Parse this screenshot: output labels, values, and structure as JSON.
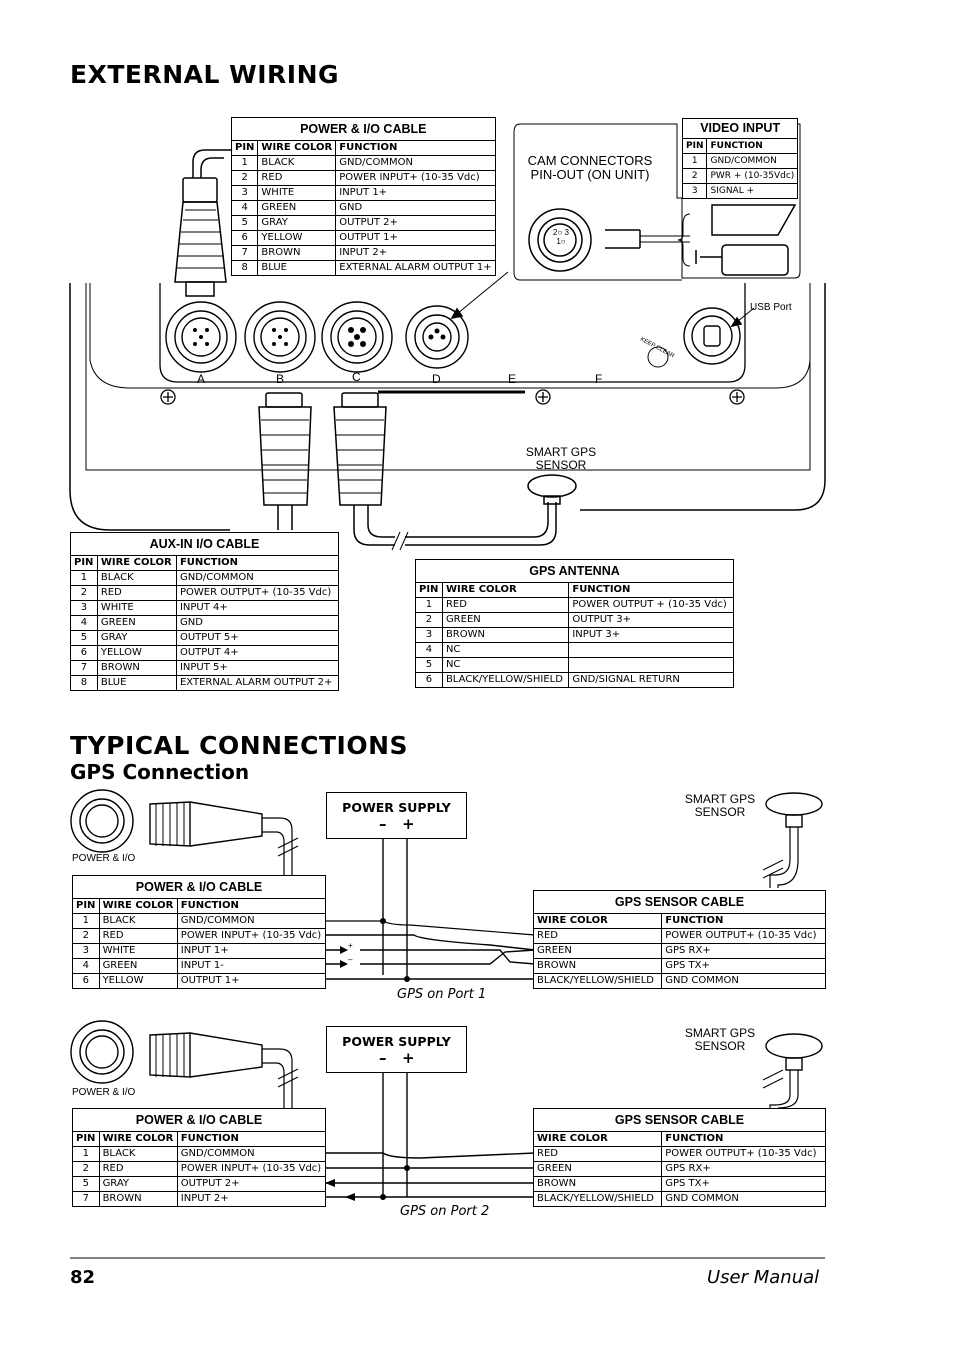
{
  "titles": {
    "external_wiring": "EXTERNAL WIRING",
    "typical_connections": "TYPICAL CONNECTIONS",
    "gps_connection": "GPS Connection"
  },
  "power_io_cable": {
    "title": "POWER & I/O CABLE",
    "headers": [
      "PIN",
      "WIRE COLOR",
      "FUNCTION"
    ],
    "rows": [
      [
        "1",
        "BLACK",
        "GND/COMMON"
      ],
      [
        "2",
        "RED",
        "POWER INPUT+ (10-35 Vdc)"
      ],
      [
        "3",
        "WHITE",
        "INPUT 1+"
      ],
      [
        "4",
        "GREEN",
        "GND"
      ],
      [
        "5",
        "GRAY",
        "OUTPUT 2+"
      ],
      [
        "6",
        "YELLOW",
        "OUTPUT 1+"
      ],
      [
        "7",
        "BROWN",
        "INPUT 2+"
      ],
      [
        "8",
        "BLUE",
        "EXTERNAL ALARM OUTPUT 1+"
      ]
    ]
  },
  "video_input": {
    "title": "VIDEO INPUT",
    "headers": [
      "PIN",
      "FUNCTION"
    ],
    "rows": [
      [
        "1",
        "GND/COMMON"
      ],
      [
        "2",
        "PWR + (10-35Vdc)"
      ],
      [
        "3",
        "SIGNAL +"
      ]
    ]
  },
  "cam_connectors_label": [
    "CAM CONNECTORS",
    "PIN-OUT (ON UNIT)"
  ],
  "usb_port_label": "USB Port",
  "keep_clear_label": "KEEP CLEAR",
  "port_letters": [
    "A",
    "B",
    "C",
    "D",
    "E",
    "F"
  ],
  "smart_gps_sensor_label": [
    "SMART GPS",
    "SENSOR"
  ],
  "aux_in_cable": {
    "title": "AUX-IN I/O CABLE",
    "headers": [
      "PIN",
      "WIRE COLOR",
      "FUNCTION"
    ],
    "rows": [
      [
        "1",
        "BLACK",
        "GND/COMMON"
      ],
      [
        "2",
        "RED",
        "POWER OUTPUT+ (10-35 Vdc)"
      ],
      [
        "3",
        "WHITE",
        "INPUT 4+"
      ],
      [
        "4",
        "GREEN",
        "GND"
      ],
      [
        "5",
        "GRAY",
        "OUTPUT 5+"
      ],
      [
        "6",
        "YELLOW",
        "OUTPUT 4+"
      ],
      [
        "7",
        "BROWN",
        "INPUT 5+"
      ],
      [
        "8",
        "BLUE",
        "EXTERNAL ALARM OUTPUT 2+"
      ]
    ]
  },
  "gps_antenna": {
    "title": "GPS ANTENNA",
    "headers": [
      "PIN",
      "WIRE COLOR",
      "FUNCTION"
    ],
    "rows": [
      [
        "1",
        "RED",
        "POWER OUTPUT + (10-35 Vdc)"
      ],
      [
        "2",
        "GREEN",
        "OUTPUT 3+"
      ],
      [
        "3",
        "BROWN",
        "INPUT 3+"
      ],
      [
        "4",
        "NC",
        ""
      ],
      [
        "5",
        "NC",
        ""
      ],
      [
        "6",
        "BLACK/YELLOW/SHIELD",
        "GND/SIGNAL RETURN"
      ]
    ]
  },
  "diagram1": {
    "connector_label": "POWER & I/O",
    "power_supply": {
      "title": "POWER SUPPLY",
      "minus": "–",
      "plus": "+"
    },
    "smart_gps": [
      "SMART GPS",
      "SENSOR"
    ],
    "io_cable": {
      "title": "POWER & I/O CABLE",
      "headers": [
        "PIN",
        "WIRE COLOR",
        "FUNCTION"
      ],
      "rows": [
        [
          "1",
          "BLACK",
          "GND/COMMON"
        ],
        [
          "2",
          "RED",
          "POWER INPUT+ (10-35 Vdc)"
        ],
        [
          "3",
          "WHITE",
          "INPUT 1+"
        ],
        [
          "4",
          "GREEN",
          "INPUT 1-"
        ],
        [
          "6",
          "YELLOW",
          "OUTPUT 1+"
        ]
      ]
    },
    "gps_cable": {
      "title": "GPS SENSOR CABLE",
      "headers": [
        "WIRE COLOR",
        "FUNCTION"
      ],
      "rows": [
        [
          "RED",
          "POWER OUTPUT+ (10-35 Vdc)"
        ],
        [
          "GREEN",
          "GPS RX+"
        ],
        [
          "BROWN",
          "GPS TX+"
        ],
        [
          "BLACK/YELLOW/SHIELD",
          "GND COMMON"
        ]
      ]
    },
    "arrow_plus": "+",
    "arrow_minus": "–",
    "port_caption": "GPS on Port 1"
  },
  "diagram2": {
    "connector_label": "POWER & I/O",
    "power_supply": {
      "title": "POWER SUPPLY",
      "minus": "–",
      "plus": "+"
    },
    "smart_gps": [
      "SMART GPS",
      "SENSOR"
    ],
    "io_cable": {
      "title": "POWER & I/O CABLE",
      "headers": [
        "PIN",
        "WIRE COLOR",
        "FUNCTION"
      ],
      "rows": [
        [
          "1",
          "BLACK",
          "GND/COMMON"
        ],
        [
          "2",
          "RED",
          "POWER INPUT+ (10-35 Vdc)"
        ],
        [
          "5",
          "GRAY",
          "OUTPUT 2+"
        ],
        [
          "7",
          "BROWN",
          "INPUT 2+"
        ]
      ]
    },
    "gps_cable": {
      "title": "GPS SENSOR CABLE",
      "headers": [
        "WIRE COLOR",
        "FUNCTION"
      ],
      "rows": [
        [
          "RED",
          "POWER OUTPUT+ (10-35 Vdc)"
        ],
        [
          "GREEN",
          "GPS RX+"
        ],
        [
          "BROWN",
          "GPS TX+"
        ],
        [
          "BLACK/YELLOW/SHIELD",
          "GND COMMON"
        ]
      ]
    },
    "port_caption": "GPS on Port 2"
  },
  "footer": {
    "page_number": "82",
    "manual_title": "User Manual"
  }
}
